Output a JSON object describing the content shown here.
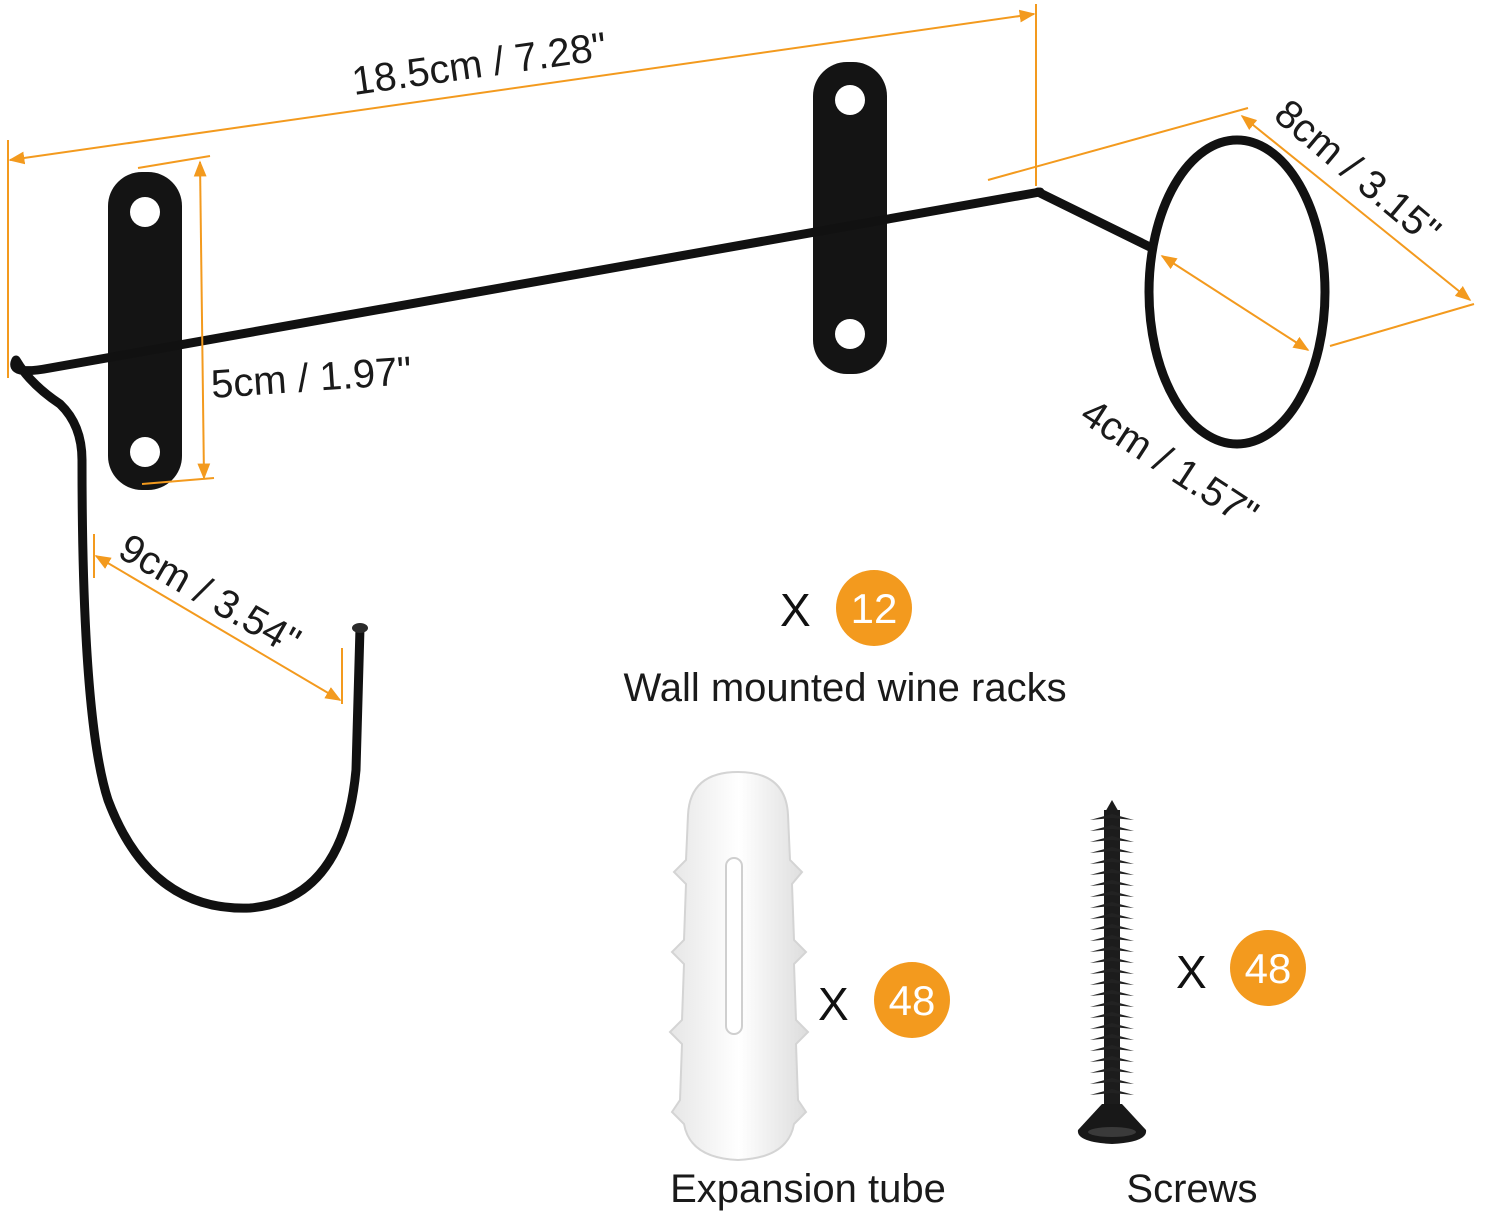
{
  "dimensions": {
    "overall_length": "18.5cm / 7.28\"",
    "plate_height": "5cm / 1.97\"",
    "ring_arm": "8cm / 3.15\"",
    "ring_inner": "4cm / 1.57\"",
    "hook_depth": "9cm / 3.54\""
  },
  "items": {
    "racks": {
      "prefix": "X",
      "count": "12",
      "label": "Wall mounted wine racks"
    },
    "tubes": {
      "prefix": "X",
      "count": "48",
      "label": "Expansion tube"
    },
    "screws": {
      "prefix": "X",
      "count": "48",
      "label": "Screws"
    }
  },
  "colors": {
    "accent": "#f39a1e",
    "metal": "#111111",
    "plastic": "#f2f2f2"
  }
}
